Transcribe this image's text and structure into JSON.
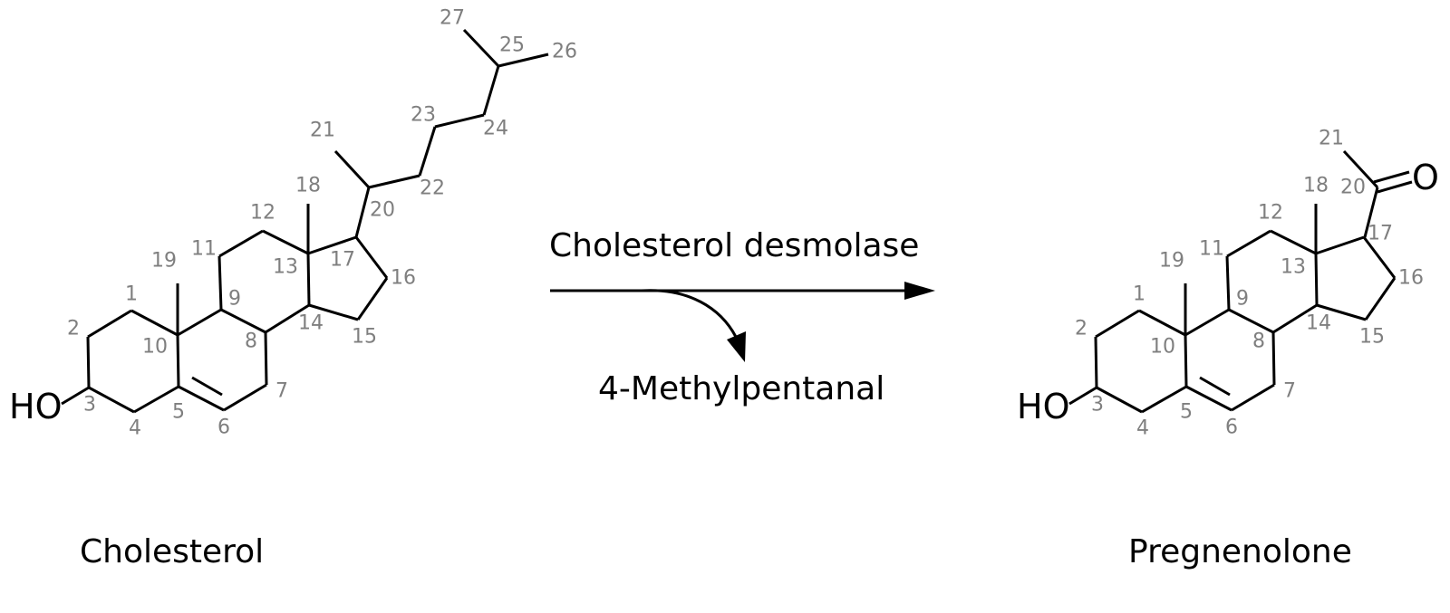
{
  "reaction": {
    "enzyme": "Cholesterol desmolase",
    "byproduct": "4-Methylpentanal"
  },
  "cholesterol": {
    "name": "Cholesterol",
    "hydroxyl": "HO",
    "atom_numbers": [
      "1",
      "2",
      "3",
      "4",
      "5",
      "6",
      "7",
      "8",
      "9",
      "10",
      "11",
      "12",
      "13",
      "14",
      "15",
      "16",
      "17",
      "18",
      "19",
      "20",
      "21",
      "22",
      "23",
      "24",
      "25",
      "26",
      "27"
    ]
  },
  "pregnenolone": {
    "name": "Pregnenolone",
    "hydroxyl": "HO",
    "oxygen": "O",
    "atom_numbers": [
      "1",
      "2",
      "3",
      "4",
      "5",
      "6",
      "7",
      "8",
      "9",
      "10",
      "11",
      "12",
      "13",
      "14",
      "15",
      "16",
      "17",
      "18",
      "19",
      "20",
      "21"
    ]
  }
}
